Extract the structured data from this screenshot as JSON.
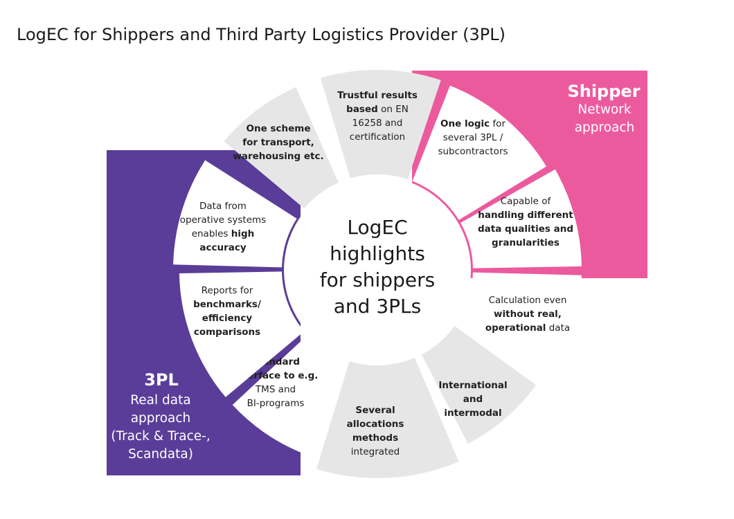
{
  "title": "LogEC for Shippers and Third Party Logistics Provider (3PL)",
  "center": {
    "lines": [
      "LogEC",
      "highlights",
      "for shippers",
      "and 3PLs"
    ]
  },
  "shipper": {
    "title": "Shipper",
    "lines": [
      "Network",
      "approach"
    ],
    "color": "#ec5a9e"
  },
  "tpl": {
    "title": "3PL",
    "lines": [
      "Real data",
      "approach",
      "(Track & Trace-,",
      "Scandata)"
    ],
    "color": "#5a3d98"
  },
  "colors": {
    "segment_grey": "#e6e6e7",
    "segment_white": "#ffffff"
  },
  "segments": [
    {
      "id": "trustful",
      "lines": [
        [
          [
            "Trustful results",
            true
          ]
        ],
        [
          [
            "based",
            true
          ],
          [
            " on EN",
            false
          ]
        ],
        [
          [
            "16258 and",
            false
          ]
        ],
        [
          [
            "certification",
            false
          ]
        ]
      ]
    },
    {
      "id": "one-logic",
      "lines": [
        [
          [
            "One logic",
            true
          ],
          [
            " for",
            false
          ]
        ],
        [
          [
            "several 3PL /",
            false
          ]
        ],
        [
          [
            "subcontractors",
            false
          ]
        ]
      ]
    },
    {
      "id": "data-qualities",
      "lines": [
        [
          [
            "Capable of",
            false
          ]
        ],
        [
          [
            "handling different",
            true
          ]
        ],
        [
          [
            "data qualities and",
            true
          ]
        ],
        [
          [
            "granularities",
            true
          ]
        ]
      ]
    },
    {
      "id": "calculation",
      "lines": [
        [
          [
            "Calculation even",
            false
          ]
        ],
        [
          [
            "without real,",
            true
          ]
        ],
        [
          [
            "operational",
            true
          ],
          [
            " data",
            false
          ]
        ]
      ]
    },
    {
      "id": "international",
      "lines": [
        [
          [
            "International",
            true
          ]
        ],
        [
          [
            "and",
            true
          ]
        ],
        [
          [
            "intermodal",
            true
          ]
        ]
      ]
    },
    {
      "id": "allocations",
      "lines": [
        [
          [
            "Several",
            true
          ]
        ],
        [
          [
            "allocations",
            true
          ]
        ],
        [
          [
            "methods",
            true
          ]
        ],
        [
          [
            "integrated",
            false
          ]
        ]
      ]
    },
    {
      "id": "interface",
      "lines": [
        [
          [
            "Standard",
            true
          ]
        ],
        [
          [
            "interface to e.g.",
            true
          ]
        ],
        [
          [
            "TMS and",
            false
          ]
        ],
        [
          [
            "BI-programs",
            false
          ]
        ]
      ]
    },
    {
      "id": "reports",
      "lines": [
        [
          [
            "Reports for",
            false
          ]
        ],
        [
          [
            "benchmarks/",
            true
          ]
        ],
        [
          [
            "efficiency",
            true
          ]
        ],
        [
          [
            "comparisons",
            true
          ]
        ]
      ]
    },
    {
      "id": "operative-data",
      "lines": [
        [
          [
            "Data from",
            false
          ]
        ],
        [
          [
            "operative systems",
            false
          ]
        ],
        [
          [
            "enables ",
            false
          ],
          [
            "high",
            true
          ]
        ],
        [
          [
            "accuracy",
            true
          ]
        ]
      ]
    },
    {
      "id": "one-scheme",
      "lines": [
        [
          [
            "One scheme",
            true
          ]
        ],
        [
          [
            "for transport,",
            true
          ]
        ],
        [
          [
            "warehousing etc.",
            true
          ]
        ]
      ]
    }
  ]
}
